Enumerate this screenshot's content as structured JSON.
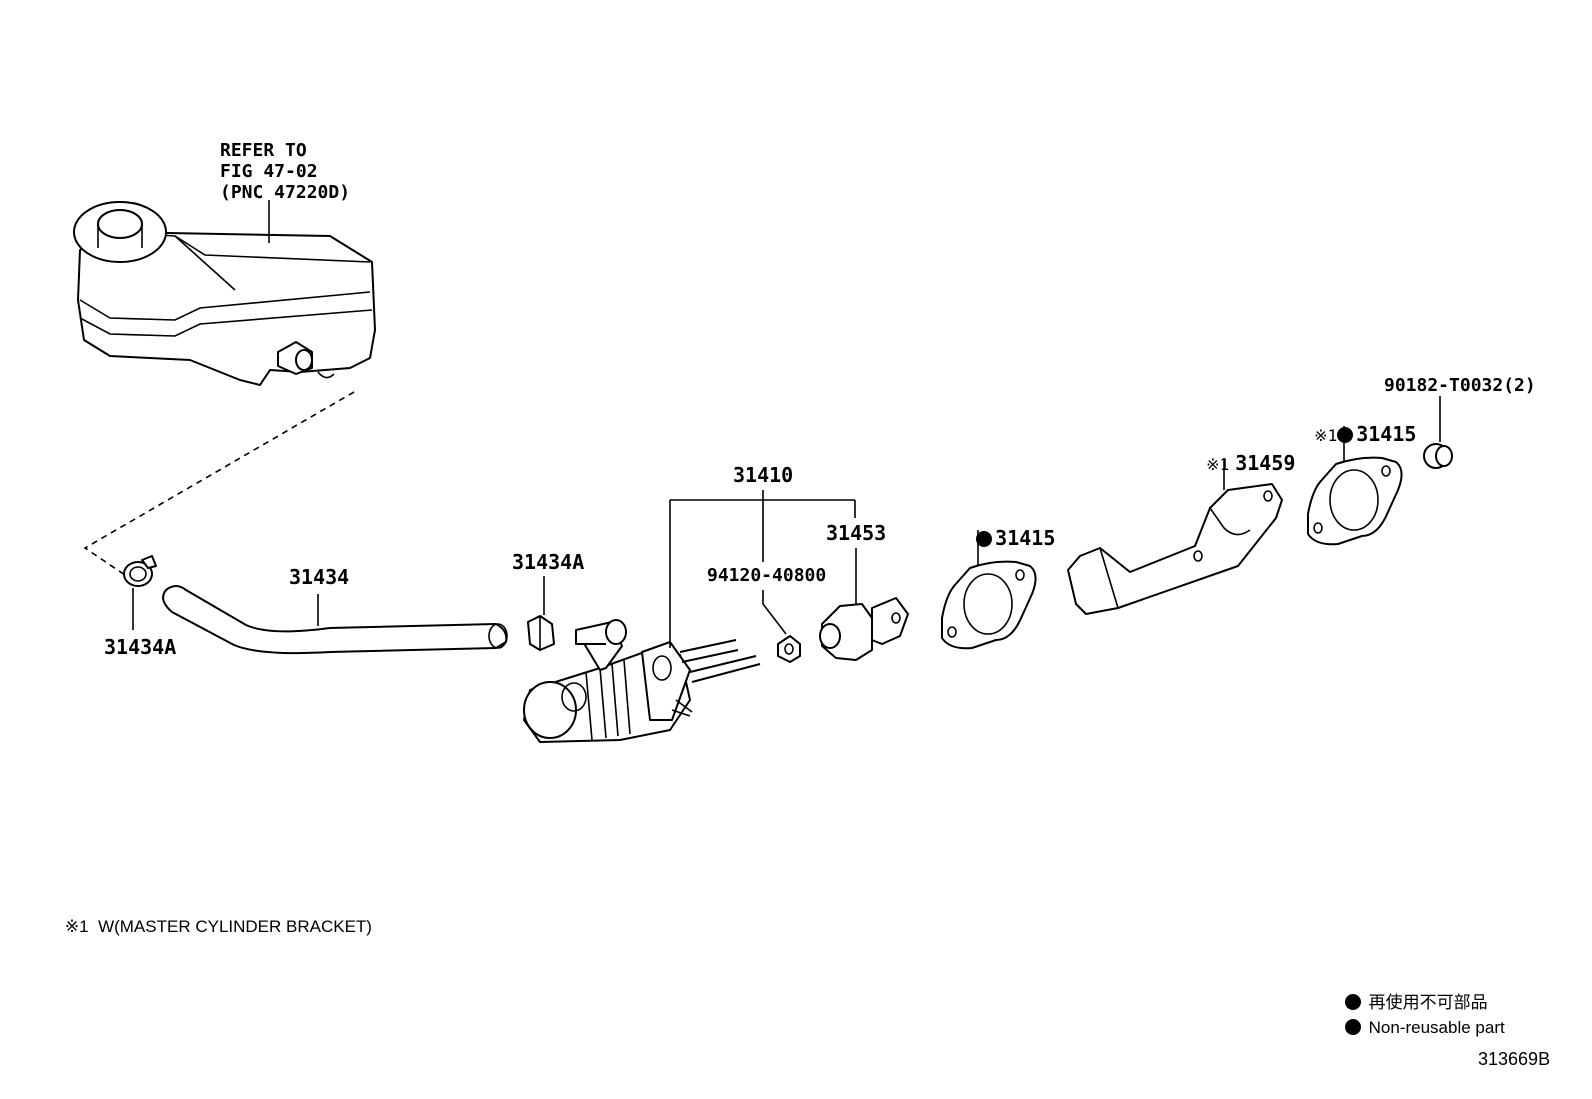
{
  "reservoir": {
    "refer_line1": "REFER TO",
    "refer_line2": "FIG 47-02",
    "refer_line3": "(PNC 47220D)"
  },
  "labels": {
    "clamp_left": "31434A",
    "hose": "31434",
    "clamp_right": "31434A",
    "master_cylinder": "31410",
    "nut": "94120-40800",
    "push_rod_part": "31453",
    "gasket_1": "31415",
    "bracket": "31459",
    "bracket_mark": "※1",
    "gasket_2": "31415",
    "gasket_2_mark": "※1",
    "bolt_nut": "90182-T0032(2)"
  },
  "footnote": {
    "mark": "※1",
    "text": "W(MASTER CYLINDER BRACKET)"
  },
  "legend": {
    "line1": "再使用不可部品",
    "line2": "Non-reusable part"
  },
  "figure_id": "313669B",
  "icon_names": [
    "reservoir-tank-icon",
    "hose-clamp-icon",
    "hose-icon",
    "master-cylinder-icon",
    "nut-icon",
    "clevis-icon",
    "gasket-icon",
    "bracket-icon",
    "bush-icon",
    "non-reusable-dot-icon"
  ]
}
